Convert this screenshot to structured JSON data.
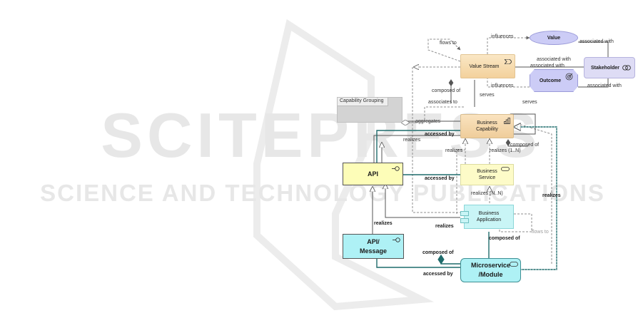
{
  "watermark": {
    "main": "SCITEPRESS",
    "sub": "SCIENCE AND TECHNOLOGY PUBLICATIONS"
  },
  "group": {
    "label": "Capability Grouping"
  },
  "nodes": {
    "value": "Value",
    "value_stream": "Value Stream",
    "stakeholder": "Stakeholder",
    "outcome": "Outcome",
    "business_capability": "Business Capability",
    "api": "API",
    "business_service": "Business Service",
    "business_application": "Business Application",
    "api_message": "API/ Message",
    "microservice": "Microservice /Module"
  },
  "edges": {
    "flows_to_top": "flows to",
    "influences_top": "influences",
    "associated_with_value": "associated with",
    "associated_with_1": "associated with",
    "associated_with_2": "associated with",
    "associated_with_outcome": "associated with",
    "influences_bottom": "influences",
    "composed_of_vs": "composed of",
    "serves_vs": "serves",
    "associates_to": "associates to",
    "serves_cap": "serves",
    "aggregates": "aggregates",
    "accessed_by_cap": "accessed by",
    "realizes_api_cap": "realizes",
    "composed_of_cap": "composed of",
    "realizes_svc_cap": "realizes",
    "realizes_1n": "realizes (1..N)",
    "accessed_by_svc": "accessed by",
    "realizes_nn": "realizes (N..N)",
    "realizes_right": "realizes",
    "realizes_app_api": "realizes",
    "flows_to_app": "flows to",
    "realizes_msg": "realizes",
    "composed_of_app": "composed of",
    "composed_of_ms": "composed of",
    "accessed_by_ms": "accessed by"
  },
  "colors": {
    "value_stream": "#f8dfb4",
    "capability": "#f3d6aa",
    "value": "#ccccf6",
    "stakeholder": "#dedcf5",
    "api": "#fdfdb8",
    "service": "#fdfbc8",
    "application": "#c9f5f6",
    "microservice": "#aef1f5",
    "group": "#d3d3d3",
    "watermark": "#e7e7e7"
  }
}
